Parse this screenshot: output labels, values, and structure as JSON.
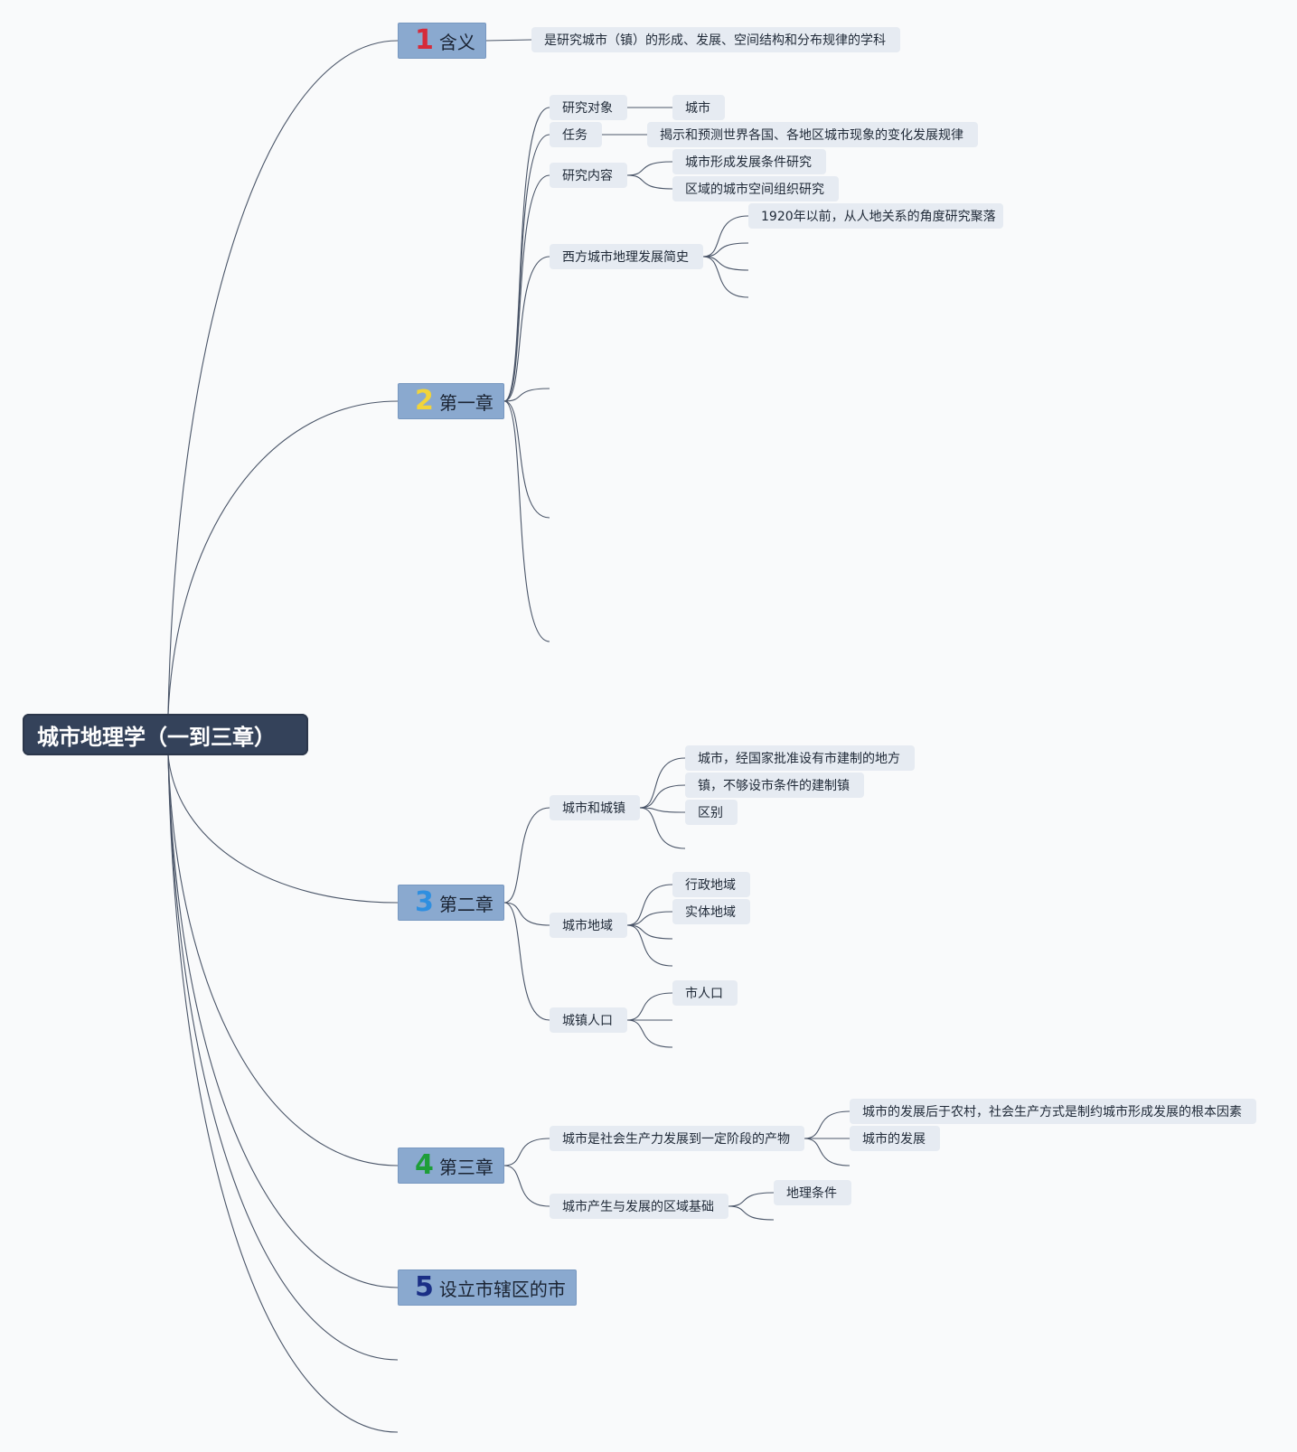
{
  "root": {
    "label": "城市地理学（一到三章）"
  },
  "main_topics": [
    {
      "number": "1",
      "label": "含义",
      "number_color": "#d62b3a"
    },
    {
      "number": "2",
      "label": "第一章",
      "number_color": "#f2d43a"
    },
    {
      "number": "3",
      "label": "第二章",
      "number_color": "#2f8fe0"
    },
    {
      "number": "4",
      "label": "第三章",
      "number_color": "#1e9e38"
    },
    {
      "number": "5",
      "label": "设立市辖区的市",
      "number_color": "#1a2f86"
    }
  ],
  "ch0": {
    "definition": "是研究城市（镇）的形成、发展、空间结构和分布规律的学科"
  },
  "ch1": {
    "object_label": "研究对象",
    "object_value": "城市",
    "task_label": "任务",
    "task_value": "揭示和预测世界各国、各地区城市现象的变化发展规律",
    "content_label": "研究内容",
    "content_items": [
      "城市形成发展条件研究",
      "区域的城市空间组织研究"
    ],
    "history_label": "西方城市地理发展简史",
    "history_items": [
      "1920年以前，从人地关系的角度研究聚落"
    ]
  },
  "ch2": {
    "city_town_label": "城市和城镇",
    "city_town_items": [
      "城市，经国家批准设有市建制的地方",
      "镇，不够设市条件的建制镇",
      "区别"
    ],
    "region_label": "城市地域",
    "region_items": [
      "行政地域",
      "实体地域"
    ],
    "population_label": "城镇人口",
    "population_items": [
      "市人口"
    ]
  },
  "ch3": {
    "product_label": "城市是社会生产力发展到一定阶段的产物",
    "product_items": [
      "城市的发展后于农村，社会生产方式是制约城市形成发展的根本因素",
      "城市的发展"
    ],
    "basis_label": "城市产生与发展的区域基础",
    "basis_items": [
      "地理条件"
    ]
  },
  "colors": {
    "line": "#4a5568",
    "root_bg": "#34425a",
    "topic_bg": "#8aa9cf",
    "sub_bg": "#e6ebf2"
  }
}
